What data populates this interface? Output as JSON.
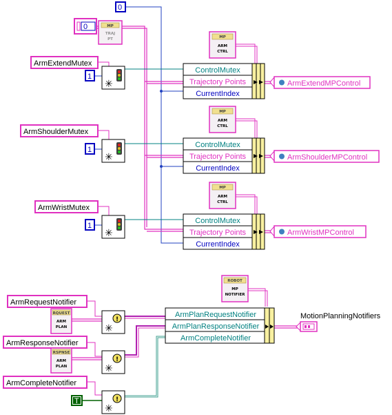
{
  "constants": {
    "zero": "0",
    "zero_array": "0",
    "one_extend": "1",
    "one_shoulder": "1",
    "one_wrist": "1",
    "true_const": "T"
  },
  "traj_icon": {
    "tag": "MP",
    "line1": "TRAJ",
    "line2": "PT"
  },
  "arm_ctrl_icon": {
    "tag": "MP",
    "line1": "ARM",
    "line2": "CTRL"
  },
  "mutex_sections": [
    {
      "input": "ArmExtendMutex",
      "fields": [
        "ControlMutex",
        "Trajectory Points",
        "CurrentIndex"
      ],
      "output": "ArmExtendMPControl"
    },
    {
      "input": "ArmShoulderMutex",
      "fields": [
        "ControlMutex",
        "Trajectory Points",
        "CurrentIndex"
      ],
      "output": "ArmShoulderMPControl"
    },
    {
      "input": "ArmWristMutex",
      "fields": [
        "ControlMutex",
        "Trajectory Points",
        "CurrentIndex"
      ],
      "output": "ArmWristMPControl"
    }
  ],
  "notifier_section": {
    "robot_icon": {
      "tag": "ROBOT",
      "line1": "MP",
      "line2": "NOTIFIER"
    },
    "inputs": [
      "ArmRequestNotifier",
      "ArmResponseNotifier",
      "ArmCompleteNotifier"
    ],
    "request_icon": {
      "tag": "RQUEST",
      "line1": "ARM",
      "line2": "PLAN"
    },
    "response_icon": {
      "tag": "RSPNSE",
      "line1": "ARM",
      "line2": "PLAN"
    },
    "fields": [
      "ArmPlanRequestNotifier",
      "ArmPlanResponseNotifier",
      "ArmCompleteNotifier"
    ],
    "output": "MotionPlanningNotifiers"
  },
  "colors": {
    "cluster_pink": "#e030c0",
    "mutex_teal": "#008080",
    "int_blue": "#0000c0",
    "bool_green": "#006000",
    "notifier_teal": "#40a090"
  }
}
